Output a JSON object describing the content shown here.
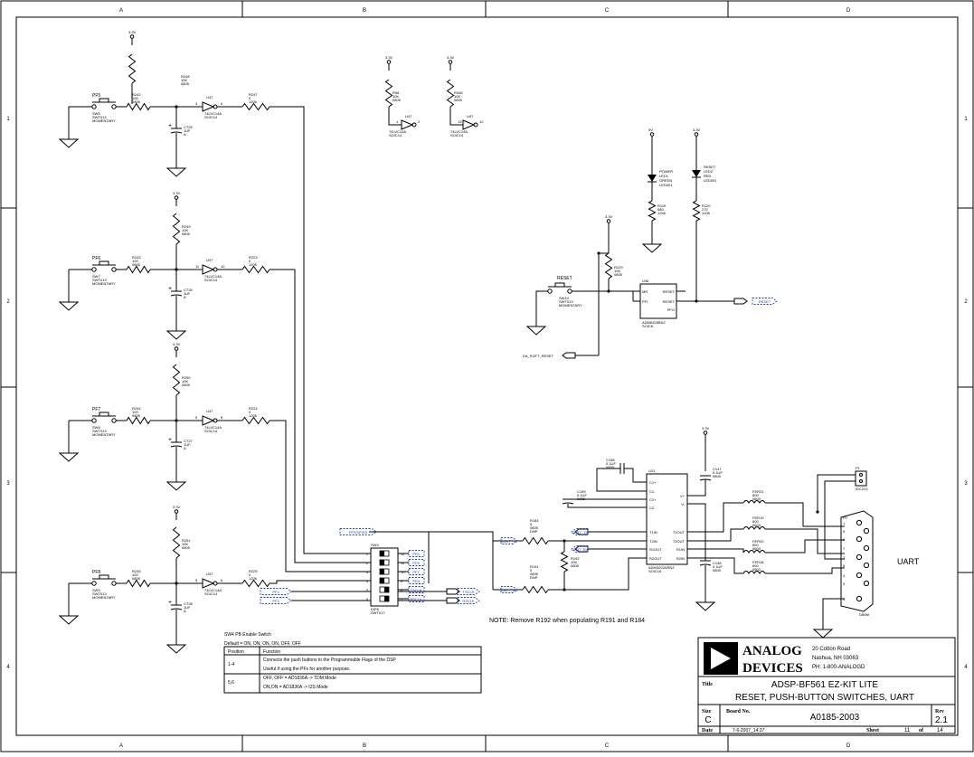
{
  "border": {
    "cols": [
      "A",
      "B",
      "C",
      "D"
    ],
    "rows": [
      "1",
      "2",
      "3",
      "4"
    ]
  },
  "power": {
    "v33": "3.3V",
    "v5": "5V"
  },
  "switch_channels": [
    {
      "pf": "PF5",
      "sw": "SW6",
      "sw_part": "SWT013",
      "sw_type": "MOMENTARY",
      "pullup": "R248",
      "pullup_val": "10K",
      "pullup_pkg": "0805",
      "series": "R242",
      "series_val": "100",
      "series_pkg": "0805",
      "gate": "U47",
      "gate_part": "74LVC14A",
      "gate_pkg": "SOIC14",
      "pin_in": "3",
      "pin_out": "4",
      "cap": "CT25",
      "cap_val": "1UF",
      "cap_pkg": "A",
      "out_res": "R247",
      "out_val": "0",
      "out_pkg": "1206"
    },
    {
      "pf": "PF6",
      "sw": "SW7",
      "sw_part": "SWT013",
      "sw_type": "MOMENTARY",
      "pullup": "R249",
      "pullup_val": "10K",
      "pullup_pkg": "0805",
      "series": "R243",
      "series_val": "100",
      "series_pkg": "0805",
      "gate": "U47",
      "gate_part": "74LVC14A",
      "gate_pkg": "SOIC14",
      "pin_in": "11",
      "pin_out": "10",
      "cap": "CT26",
      "cap_val": "1UF",
      "cap_pkg": "A",
      "out_res": "R223",
      "out_val": "0",
      "out_pkg": "1206"
    },
    {
      "pf": "PF7",
      "sw": "SW8",
      "sw_part": "SWT013",
      "sw_type": "MOMENTARY",
      "pullup": "R250",
      "pullup_val": "10K",
      "pullup_pkg": "0805",
      "series": "R244",
      "series_val": "100",
      "series_pkg": "0805",
      "gate": "U47",
      "gate_part": "74LVC14A",
      "gate_pkg": "SOIC14",
      "pin_in": "9",
      "pin_out": "8",
      "cap": "CT27",
      "cap_val": "1UF",
      "cap_pkg": "A",
      "out_res": "R224",
      "out_val": "0",
      "out_pkg": "1206"
    },
    {
      "pf": "PF8",
      "sw": "SW9",
      "sw_part": "SWT013",
      "sw_type": "MOMENTARY",
      "pullup": "R251",
      "pullup_val": "10K",
      "pullup_pkg": "0805",
      "series": "R245",
      "series_val": "100",
      "series_pkg": "0805",
      "gate": "U47",
      "gate_part": "74LVC14A",
      "gate_pkg": "SOIC14",
      "pin_in": "5",
      "pin_out": "6",
      "cap": "CT28",
      "cap_val": "1UF",
      "cap_pkg": "A",
      "out_res": "R225",
      "out_val": "0",
      "out_pkg": "1206"
    }
  ],
  "spare_gates": [
    {
      "res": "R98",
      "res_val": "10K",
      "res_pkg": "0805",
      "gate": "U47",
      "gate_part": "74LVC14A",
      "gate_pkg": "SOIC14",
      "pin_in": "1",
      "pin_out": "2"
    },
    {
      "res": "R346",
      "res_val": "10K",
      "res_pkg": "0805",
      "gate": "U47",
      "gate_part": "74LVC14A",
      "gate_pkg": "SOIC14",
      "pin_in": "13",
      "pin_out": "12"
    }
  ],
  "leds": [
    {
      "title": "POWER",
      "ref": "LED1",
      "color": "GREEN",
      "pkg": "LED001",
      "res": "R119",
      "res_val": "680",
      "res_pkg": "1206"
    },
    {
      "title": "RESET",
      "ref": "LED2",
      "color": "RED",
      "pkg": "LED001",
      "res": "R120",
      "res_val": "270",
      "res_pkg": "1206"
    }
  ],
  "reset": {
    "sw_title": "RESET",
    "sw": "SW10",
    "sw_part": "SWT013",
    "sw_type": "MOMENTARY",
    "res": "R229",
    "res_val": "10K",
    "res_pkg": "0805",
    "ic": "U46",
    "ic_part": "ADM6328RAZ",
    "ic_pkg": "SOIC8",
    "pins": [
      "MR",
      "PFI",
      "RESET",
      "RESET",
      "PFO"
    ],
    "out_net": "RESET",
    "soft_reset": "DA_SOFT_RESET"
  },
  "sw4": {
    "ref": "SW4",
    "part": "DIP6",
    "pkg": "SWT017",
    "left_nets": [
      "PF0/SPISS",
      "PF4",
      "PF3"
    ],
    "left_net": "PF0/SPISS",
    "pins_left": [
      "1",
      "2",
      "3",
      "4",
      "5",
      "6"
    ],
    "pins_right": [
      "12",
      "11",
      "10",
      "9",
      "8",
      "7"
    ],
    "right_nets": [
      "PF5",
      "PF6",
      "PF7",
      "PF8",
      "TSCLK",
      "RSCLK"
    ]
  },
  "uart": {
    "ic": "U21",
    "ic_part": "ADM3202ARNZ",
    "ic_pkg": "SOIC16",
    "caps": [
      {
        "ref": "C158",
        "val": "0.1UF",
        "pkg": "0805"
      },
      {
        "ref": "C159",
        "val": "0.1UF",
        "pkg": "0805"
      },
      {
        "ref": "C147",
        "val": "0.1UF",
        "pkg": "0805"
      },
      {
        "ref": "C148",
        "val": "0.1UF",
        "pkg": "0805"
      }
    ],
    "res": [
      {
        "ref": "R184",
        "val": "0",
        "pkg": "0805",
        "note": "DNP"
      },
      {
        "ref": "R191",
        "val": "0",
        "pkg": "0805",
        "note": "DNP"
      },
      {
        "ref": "R192",
        "val": "10K",
        "pkg": "0805"
      }
    ],
    "ferrites": [
      {
        "ref": "FER21",
        "val": "600",
        "pkg": "0603"
      },
      {
        "ref": "FER19",
        "val": "600",
        "pkg": "0603"
      },
      {
        "ref": "FER20",
        "val": "600",
        "pkg": "0603"
      },
      {
        "ref": "FER18",
        "val": "600",
        "pkg": "0603"
      }
    ],
    "pins_left": [
      "C1+",
      "C1-",
      "C2+",
      "C2-",
      "T1IN",
      "T2IN",
      "R1OUT",
      "R2OUT"
    ],
    "pins_right": [
      "V+",
      "V-",
      "T1OUT",
      "T2OUT",
      "R1IN",
      "R2IN"
    ],
    "nets_in": [
      "UART_TX",
      "UART_RX"
    ],
    "nets_left": [
      "UART_TX",
      "UART_RX"
    ],
    "connector": "P2",
    "connector_pkg": "DB9M",
    "jumper": "P1",
    "jumper_pkg": "IDC2X1",
    "db9_pins": [
      "1",
      "6",
      "2",
      "7",
      "3",
      "8",
      "4",
      "9",
      "5"
    ],
    "label": "UART"
  },
  "note": "NOTE: Remove R192 when populating R191 and R184",
  "sw4_table": {
    "title": "SW4 PB Enable Switch",
    "default": "Default = ON, ON, ON, ON, OFF, OFF",
    "headers": [
      "Position",
      "Function"
    ],
    "rows": [
      {
        "pos": "1-4",
        "lines": [
          "Connects the push buttons to the Programmable Flags of the DSP",
          "Useful if using the PFs for another purpose."
        ]
      },
      {
        "pos": "5,6",
        "lines": [
          "OFF, OFF = AD1836A -> TDM Mode",
          "ON,ON = AD1836A -> I2S Mode"
        ]
      }
    ]
  },
  "title_block": {
    "company_line1": "ANALOG",
    "company_line2": "DEVICES",
    "address": [
      "20 Cotton Road",
      "Nashua, NH 03063",
      "PH: 1-800-ANALOGD"
    ],
    "title_label": "Title",
    "title1": "ADSP-BF561 EZ-KIT LITE",
    "title2": "RESET, PUSH-BUTTON SWITCHES, UART",
    "size_label": "Size",
    "size": "C",
    "board_label": "Board No.",
    "board": "A0185-2003",
    "rev_label": "Rev",
    "rev": "2.1",
    "date_label": "Date",
    "date": "7-6-2007_14:37",
    "sheet_label": "Sheet",
    "sheet": "11",
    "of_label": "of",
    "sheets": "14"
  }
}
